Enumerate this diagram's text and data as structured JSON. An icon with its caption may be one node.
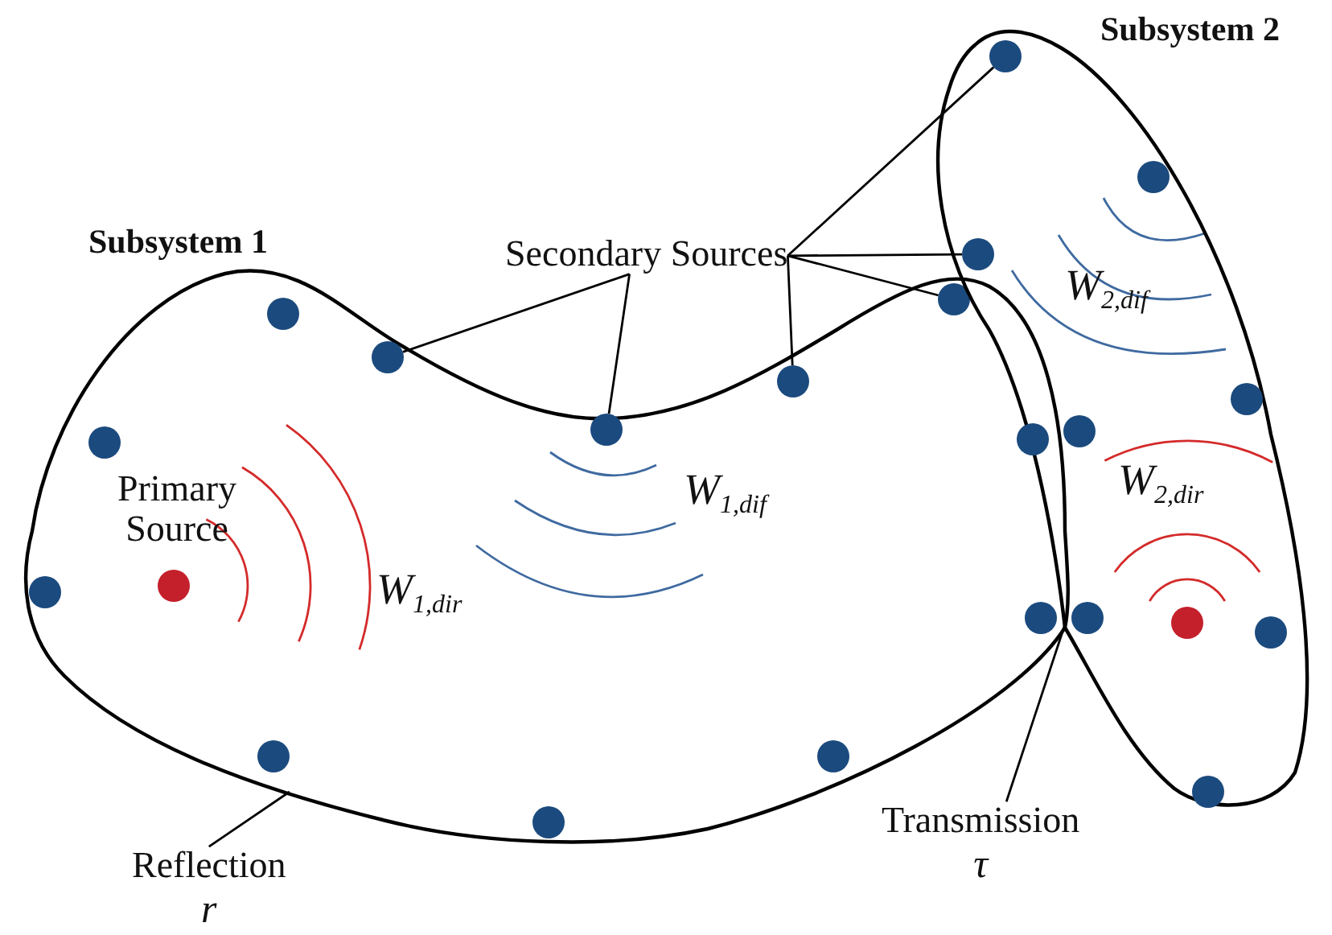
{
  "diagram": {
    "nodes": [
      {
        "text": [
          "Subsystem 1"
        ]
      },
      {
        "text": [
          "Subsystem 2"
        ]
      },
      {
        "text": [
          "Secondary Sources"
        ]
      },
      {
        "text": [],
        "shape": "circle",
        "in": 1
      },
      {
        "text": [],
        "shape": "circle",
        "in": 1
      },
      {
        "text": [],
        "shape": "circle",
        "in": 1
      },
      {
        "text": [],
        "shape": "circle",
        "in": 0
      },
      {
        "text": [],
        "shape": "circle",
        "in": 0
      },
      {
        "text": [],
        "shape": "circle",
        "in": 0
      },
      {
        "text": [],
        "shape": "circle",
        "in": 0
      },
      {
        "text": [],
        "shape": "circle",
        "in": 1
      },
      {
        "text": [],
        "shape": "circle",
        "in": 0
      },
      {
        "text": [],
        "shape": "circle",
        "in": 1
      },
      {
        "text": [],
        "shape": "circle"
      },
      {
        "text": [],
        "shape": "circle",
        "in": 0
      },
      {
        "text": [],
        "shape": "circle",
        "in": 0
      },
      {
        "text": [],
        "shape": "circle",
        "in": 0
      },
      {
        "text": [],
        "shape": "circle",
        "in": 0
      },
      {
        "text": [],
        "shape": "circle",
        "in": 1
      },
      {
        "text": [],
        "shape": "circle",
        "in": 1
      },
      {
        "text": [],
        "shape": "circle",
        "in": 1
      },
      {
        "text": [],
        "shape": "circle",
        "in": 0
      },
      {
        "text": [],
        "shape": "circle",
        "in": 0
      },
      {
        "text": [],
        "shape": "circle",
        "in": 1
      },
      {
        "text": [],
        "shape": "circle",
        "in": 0
      },
      {
        "text": [
          "Reflection",
          "r"
        ]
      },
      {
        "text": [
          "Transmission",
          "τ"
        ]
      }
    ],
    "edges": [
      {
        "from": 2,
        "to": 8,
        "arrow": "none"
      },
      {
        "from": 2,
        "to": 11,
        "arrow": "none"
      },
      {
        "from": 2,
        "to": 9,
        "arrow": "none"
      },
      {
        "from": 2,
        "to": 3,
        "arrow": "none"
      },
      {
        "from": 2,
        "to": 5,
        "arrow": "none"
      },
      {
        "from": 2,
        "to": 6,
        "arrow": "none"
      },
      {
        "from": 25,
        "to": 0,
        "arrow": "none"
      },
      {
        "from": 26,
        "to": 1,
        "arrow": "none"
      }
    ],
    "labels": [
      "*W*$_{2,dif}$",
      "*W*$_{2,dir}$",
      "Primary Source",
      "*W*$_{1,dif}$",
      "*W*$_{1,dir}$"
    ]
  }
}
